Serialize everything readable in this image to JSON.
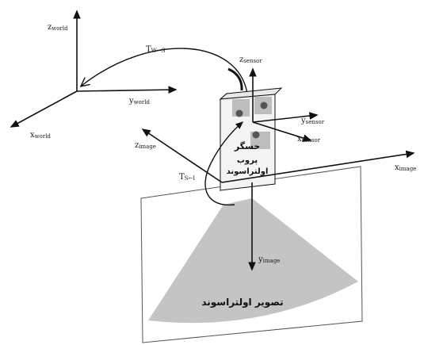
{
  "labels": {
    "world_z": {
      "main": "z",
      "sub": "world"
    },
    "world_y": {
      "main": "y",
      "sub": "world"
    },
    "world_x": {
      "main": "x",
      "sub": "world"
    },
    "sensor_z": {
      "main": "z",
      "sub": "sensor"
    },
    "sensor_y": {
      "main": "y",
      "sub": "sensor"
    },
    "sensor_x": {
      "main": "x",
      "sub": "sensor"
    },
    "image_z": {
      "main": "z",
      "sub": "image"
    },
    "image_x": {
      "main": "x",
      "sub": "image"
    },
    "image_y": {
      "main": "y",
      "sub": "image"
    },
    "t_world_sensor": {
      "main": "T",
      "sub": "W←S"
    },
    "t_sensor_image": {
      "main": "T",
      "sub": "S←I"
    }
  },
  "probe": {
    "sensor_text": "حسگر",
    "probe_text_1": "پروب",
    "probe_text_2": "اولتراسوند"
  },
  "image_plane": {
    "caption": "تصویر اولتراسوند"
  },
  "colors": {
    "stroke": "#111111",
    "fan": "#c4c4c4",
    "probe_body": "#f2f2f2",
    "sensor_pad": "#bdbdbd",
    "sensor_dot": "#555555"
  }
}
